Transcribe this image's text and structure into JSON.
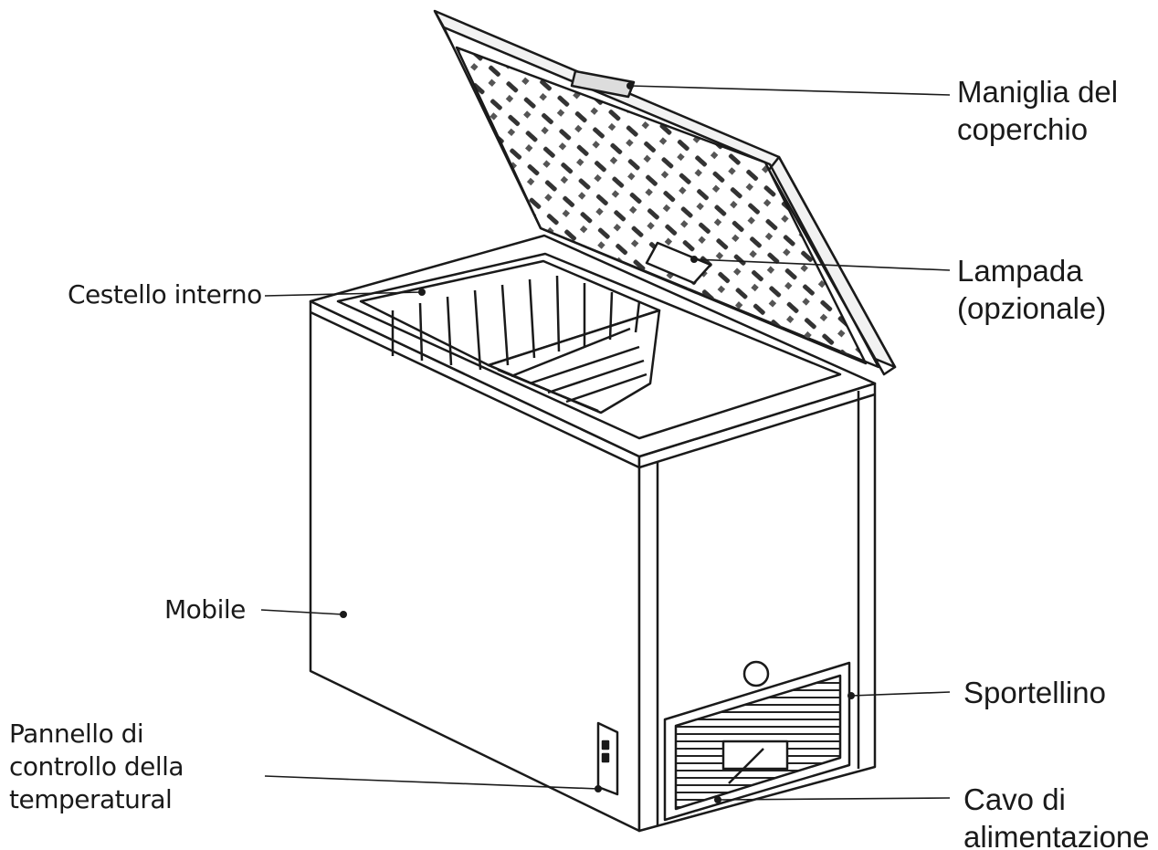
{
  "labels": {
    "lid_handle": [
      "Maniglia del",
      "coperchio"
    ],
    "lamp": [
      "Lampada",
      "(opzionale)"
    ],
    "inner_basket": [
      "Cestello interno"
    ],
    "cabinet": [
      "Mobile"
    ],
    "door": [
      "Sportellino"
    ],
    "control_panel": [
      "Pannello di",
      "controllo della",
      "temperatural"
    ],
    "power_cord": [
      "Cavo di",
      "alimentazione"
    ]
  },
  "colors": {
    "line": "#1a1a1a",
    "fill": "#ffffff",
    "lid_fill": "#f2f2f2"
  }
}
